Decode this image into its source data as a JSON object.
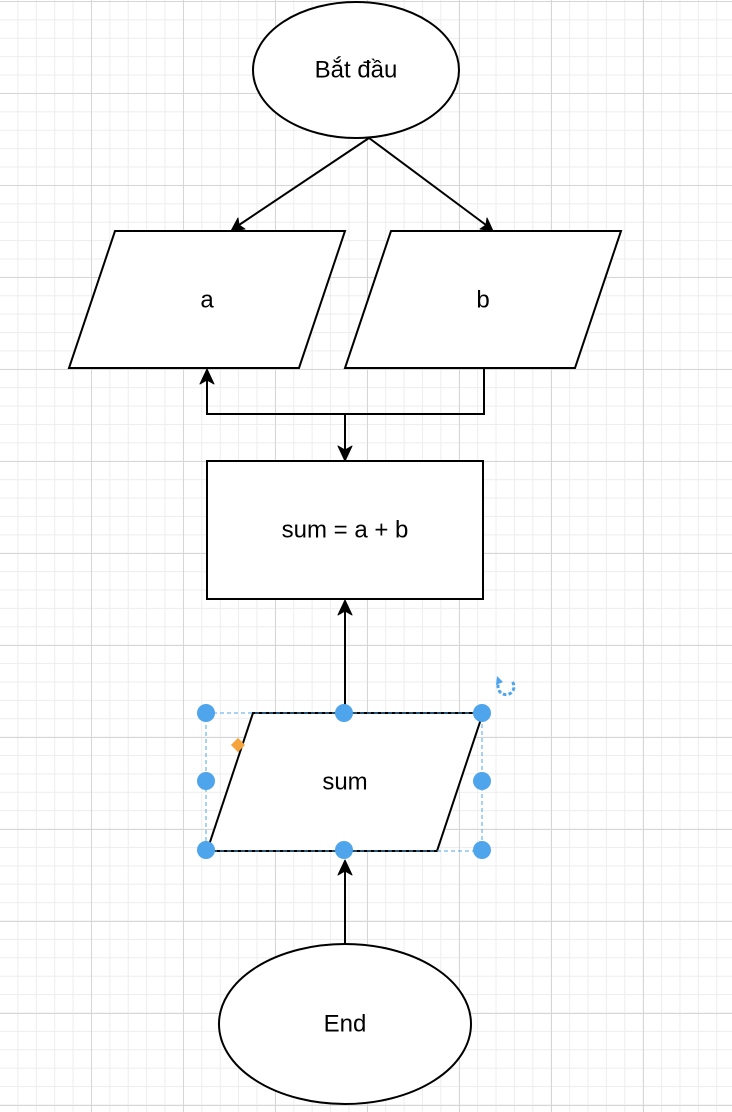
{
  "nodes": {
    "start": {
      "label": "Bắt đầu",
      "shape": "ellipse"
    },
    "input_a": {
      "label": "a",
      "shape": "parallelogram"
    },
    "input_b": {
      "label": "b",
      "shape": "parallelogram"
    },
    "process_sum": {
      "label": "sum = a + b",
      "shape": "rectangle"
    },
    "output_sum": {
      "label": "sum",
      "shape": "parallelogram",
      "selected": true
    },
    "end": {
      "label": "End",
      "shape": "ellipse"
    }
  },
  "edges": [
    {
      "from": "start",
      "to": "input_a"
    },
    {
      "from": "start",
      "to": "input_b"
    },
    {
      "from": "input_b",
      "to": "input_a"
    },
    {
      "from": "input_b",
      "to": "process_sum"
    },
    {
      "from": "output_sum",
      "to": "process_sum"
    },
    {
      "from": "end",
      "to": "output_sum"
    }
  ],
  "colors": {
    "selection": "#4ea5ec",
    "shape_handle": "#f5a33c",
    "grid_major": "#d6d6d6",
    "grid_minor": "#ededed",
    "stroke": "#000000"
  },
  "icons": {
    "rotate_handle": "rotate-icon"
  }
}
